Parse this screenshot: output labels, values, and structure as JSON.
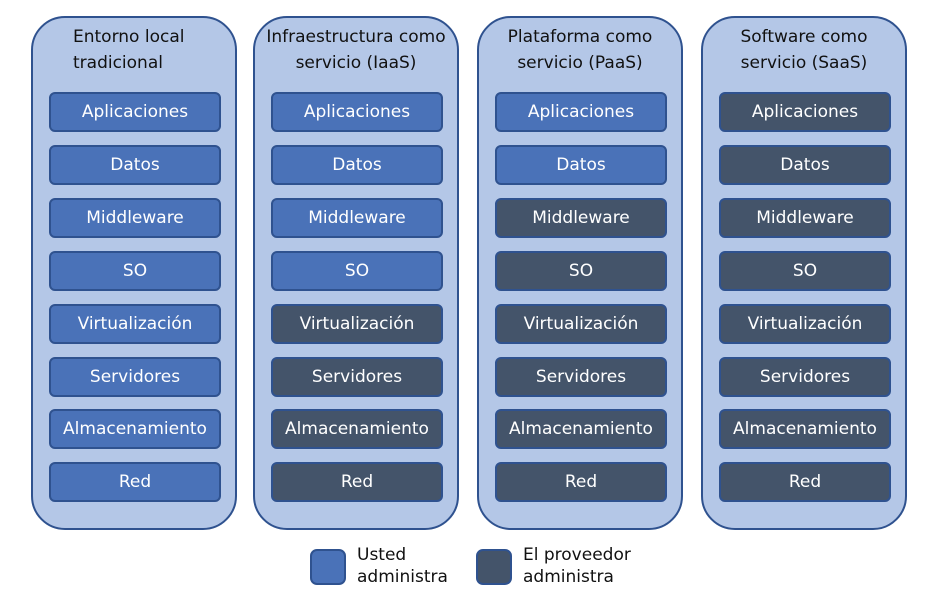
{
  "colors": {
    "you_manage": "#4a72b8",
    "provider_manages": "#44546a",
    "column_bg": "#b4c7e7",
    "border": "#2f528f"
  },
  "columns": [
    {
      "title": "Entorno local tradicional",
      "title_lines": [
        "Entorno local",
        "tradicional"
      ],
      "layers": [
        {
          "label": "Aplicaciones",
          "managed_by": "you"
        },
        {
          "label": "Datos",
          "managed_by": "you"
        },
        {
          "label": "Middleware",
          "managed_by": "you"
        },
        {
          "label": "SO",
          "managed_by": "you"
        },
        {
          "label": "Virtualización",
          "managed_by": "you"
        },
        {
          "label": "Servidores",
          "managed_by": "you"
        },
        {
          "label": "Almacenamiento",
          "managed_by": "you"
        },
        {
          "label": "Red",
          "managed_by": "you"
        }
      ]
    },
    {
      "title": "Infraestructura como servicio (IaaS)",
      "title_lines": [
        "Infraestructura como",
        "servicio (IaaS)"
      ],
      "layers": [
        {
          "label": "Aplicaciones",
          "managed_by": "you"
        },
        {
          "label": "Datos",
          "managed_by": "you"
        },
        {
          "label": "Middleware",
          "managed_by": "you"
        },
        {
          "label": "SO",
          "managed_by": "you"
        },
        {
          "label": "Virtualización",
          "managed_by": "provider"
        },
        {
          "label": "Servidores",
          "managed_by": "provider"
        },
        {
          "label": "Almacenamiento",
          "managed_by": "provider"
        },
        {
          "label": "Red",
          "managed_by": "provider"
        }
      ]
    },
    {
      "title": "Plataforma como servicio (PaaS)",
      "title_lines": [
        "Plataforma como",
        "servicio (PaaS)"
      ],
      "layers": [
        {
          "label": "Aplicaciones",
          "managed_by": "you"
        },
        {
          "label": "Datos",
          "managed_by": "you"
        },
        {
          "label": "Middleware",
          "managed_by": "provider"
        },
        {
          "label": "SO",
          "managed_by": "provider"
        },
        {
          "label": "Virtualización",
          "managed_by": "provider"
        },
        {
          "label": "Servidores",
          "managed_by": "provider"
        },
        {
          "label": "Almacenamiento",
          "managed_by": "provider"
        },
        {
          "label": "Red",
          "managed_by": "provider"
        }
      ]
    },
    {
      "title": "Software como servicio (SaaS)",
      "title_lines": [
        "Software como",
        "servicio (SaaS)"
      ],
      "layers": [
        {
          "label": "Aplicaciones",
          "managed_by": "provider"
        },
        {
          "label": "Datos",
          "managed_by": "provider"
        },
        {
          "label": "Middleware",
          "managed_by": "provider"
        },
        {
          "label": "SO",
          "managed_by": "provider"
        },
        {
          "label": "Virtualización",
          "managed_by": "provider"
        },
        {
          "label": "Servidores",
          "managed_by": "provider"
        },
        {
          "label": "Almacenamiento",
          "managed_by": "provider"
        },
        {
          "label": "Red",
          "managed_by": "provider"
        }
      ]
    }
  ],
  "legend": {
    "you": {
      "lines": [
        "Usted",
        "administra"
      ]
    },
    "provider": {
      "lines": [
        "El proveedor",
        "administra"
      ]
    }
  }
}
